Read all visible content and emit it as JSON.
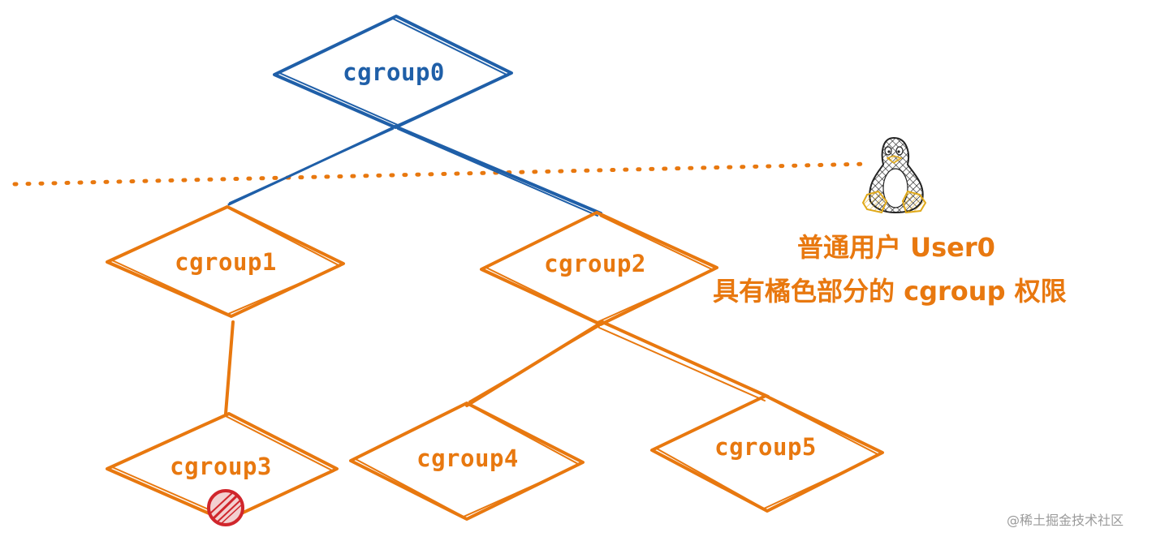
{
  "colors": {
    "blue": "#1f5fa8",
    "orange": "#e8780f",
    "red": "#d0262c",
    "penguin_feet": "#f2c032"
  },
  "nodes": {
    "cgroup0": "cgroup0",
    "cgroup1": "cgroup1",
    "cgroup2": "cgroup2",
    "cgroup3": "cgroup3",
    "cgroup4": "cgroup4",
    "cgroup5": "cgroup5"
  },
  "caption": {
    "line1": "普通用户 User0",
    "line2": "具有橘色部分的 cgroup 权限"
  },
  "icons": {
    "user": "linux-penguin-icon",
    "blocked": "prohibited-icon"
  },
  "watermark": "@稀土掘金技术社区"
}
